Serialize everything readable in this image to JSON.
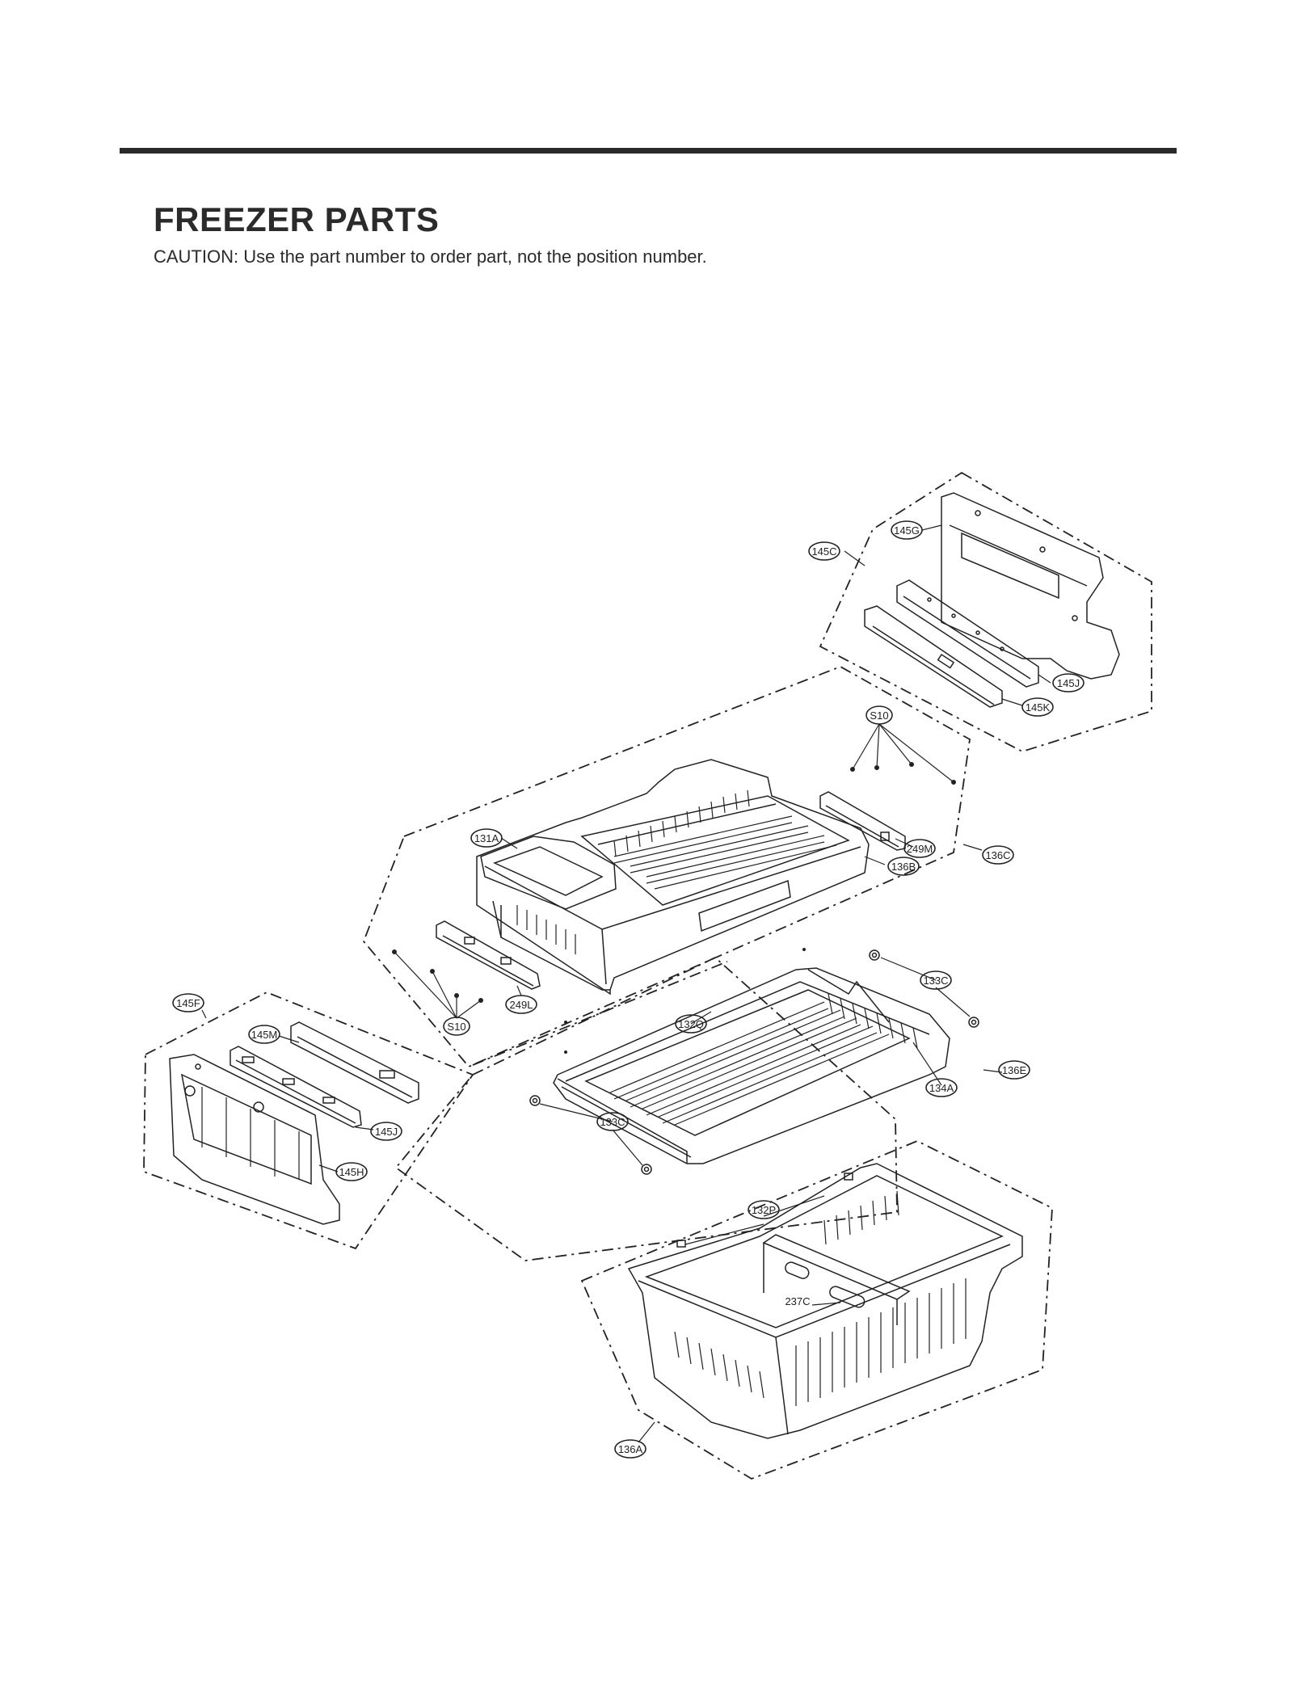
{
  "page": {
    "title": "FREEZER PARTS",
    "caution": "CAUTION: Use the part number to order part, not the position number."
  },
  "callouts": [
    {
      "id": "c145G",
      "label": "145G"
    },
    {
      "id": "c145C",
      "label": "145C"
    },
    {
      "id": "c145J_top",
      "label": "145J"
    },
    {
      "id": "c145K",
      "label": "145K"
    },
    {
      "id": "cS10_top",
      "label": "S10"
    },
    {
      "id": "c249M",
      "label": "249M"
    },
    {
      "id": "c136C",
      "label": "136C"
    },
    {
      "id": "c136B",
      "label": "136B"
    },
    {
      "id": "c131A",
      "label": "131A"
    },
    {
      "id": "c249L",
      "label": "249L"
    },
    {
      "id": "cS10_bot",
      "label": "S10"
    },
    {
      "id": "c133C_top",
      "label": "133C"
    },
    {
      "id": "c132Q",
      "label": "132Q"
    },
    {
      "id": "c136E",
      "label": "136E"
    },
    {
      "id": "c134A",
      "label": "134A"
    },
    {
      "id": "c133C_bot",
      "label": "133C"
    },
    {
      "id": "c145F",
      "label": "145F"
    },
    {
      "id": "c145M",
      "label": "145M"
    },
    {
      "id": "c145J_bot",
      "label": "145J"
    },
    {
      "id": "c145H",
      "label": "145H"
    },
    {
      "id": "c132P",
      "label": "132P"
    },
    {
      "id": "c237C",
      "label": "237C"
    },
    {
      "id": "c136A",
      "label": "136A"
    }
  ]
}
